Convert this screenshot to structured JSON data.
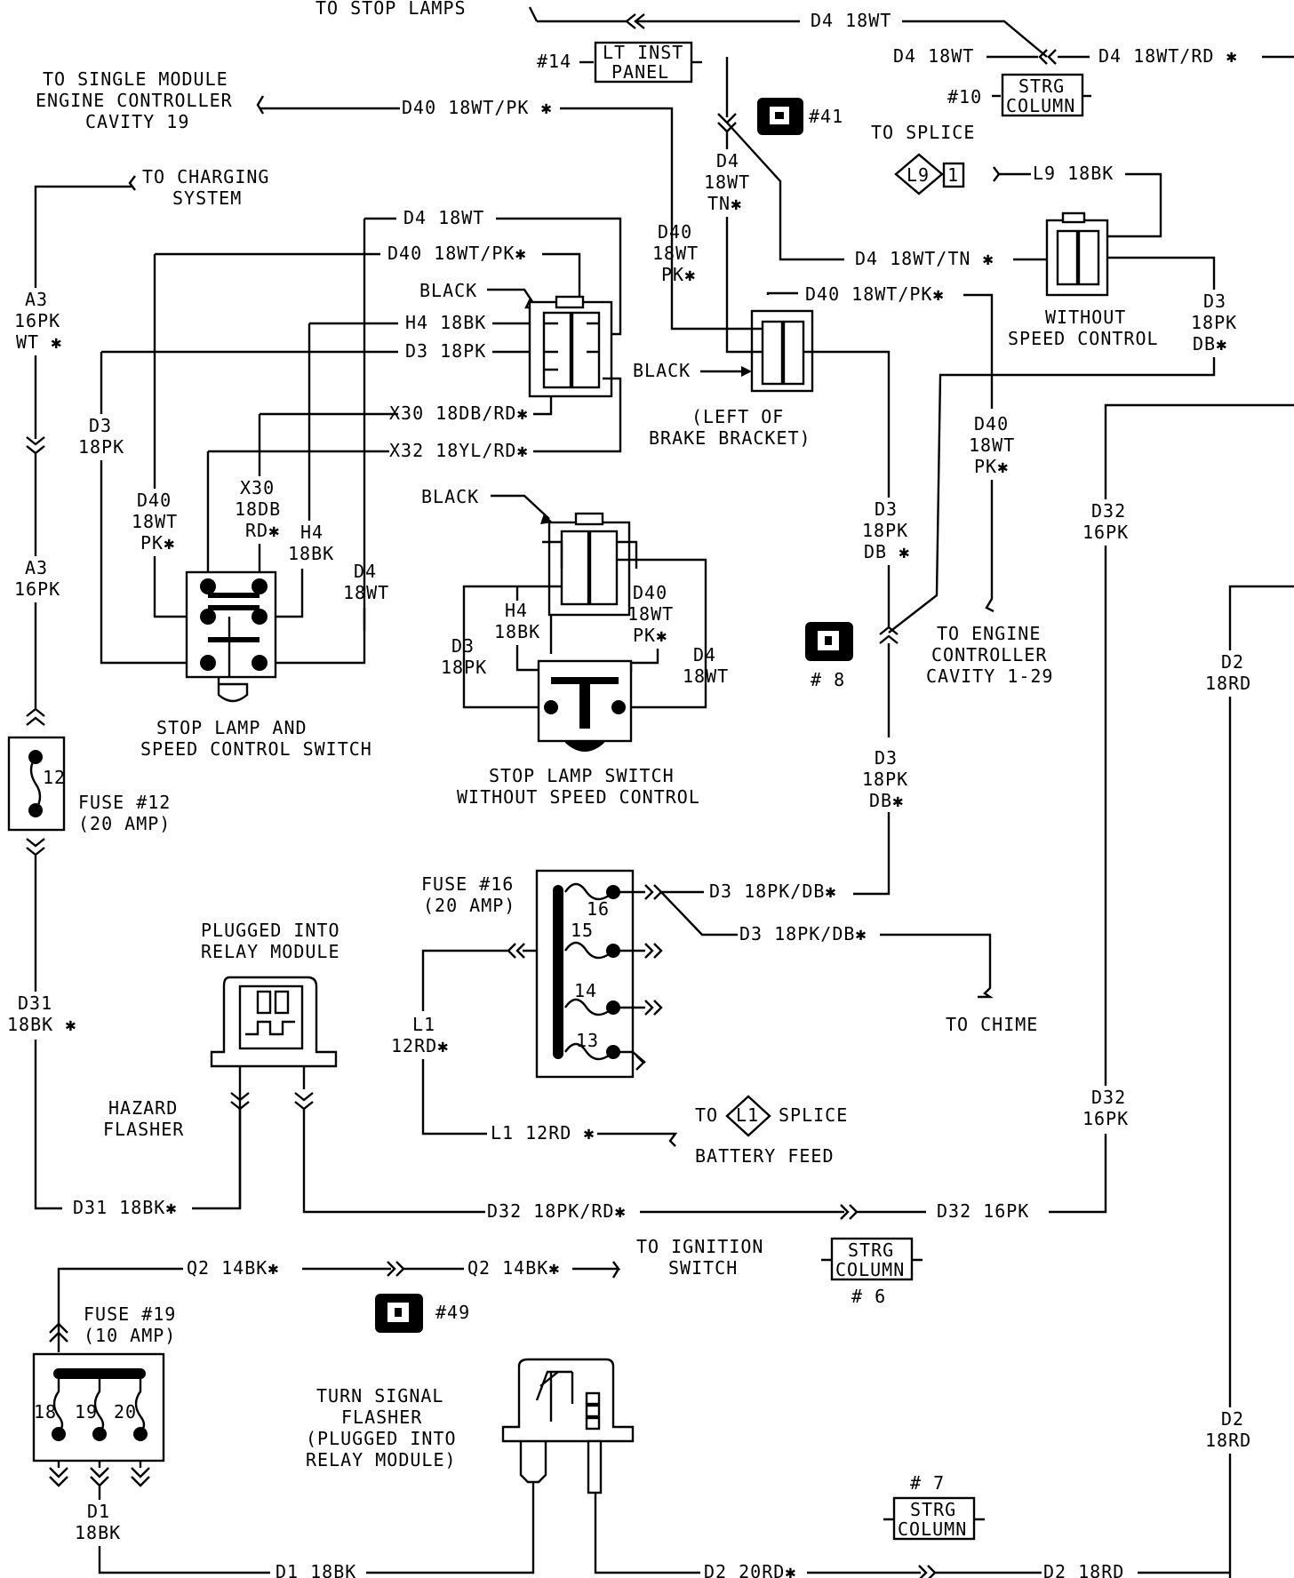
{
  "top": {
    "to_stop_lamps": "TO STOP LAMPS",
    "d4_18wt_a": "D4 18WT",
    "d4_18wt_b": "D4 18WT",
    "d4_18wt_rd": "D4 18WT/RD ✱",
    "lt_inst_panel_1": "LT INST",
    "lt_inst_panel_2": "PANEL",
    "ref_14": "#14",
    "strg_column_1": "STRG",
    "strg_column_2": "COLUMN",
    "ref_10": "#10",
    "ref_41": "#41",
    "to_splice": "TO SPLICE",
    "l9": "L9",
    "l9_pin": "1",
    "l9_18bk": "L9 18BK",
    "single_module_1": "TO SINGLE MODULE",
    "single_module_2": "ENGINE CONTROLLER",
    "single_module_3": "CAVITY 19",
    "d40_18wt_pk": "D40 18WT/PK ✱",
    "to_charging_1": "TO CHARGING",
    "to_charging_2": "SYSTEM"
  },
  "left": {
    "a3_1": "A3",
    "a3_2": "16PK",
    "a3_3": "WT ✱",
    "a3b_1": "A3",
    "a3b_2": "16PK",
    "fuse12_num": "12",
    "fuse12_1": "FUSE #12",
    "fuse12_2": "(20 AMP)",
    "d31_1": "D31",
    "d31_2": "18BK ✱",
    "d31_h": "D31 18BK✱"
  },
  "switch_sc": {
    "d4_18wt": "D4 18WT",
    "d40_pk": "D40 18WT/PK✱",
    "black": "BLACK",
    "h4_18bk": "H4 18BK",
    "d3_18pk": "D3 18PK",
    "x30": "X30 18DB/RD✱",
    "x32": "X32 18YL/RD✱",
    "d3v_1": "D3",
    "d3v_2": "18PK",
    "d40v_1": "D40",
    "d40v_2": "18WT",
    "d40v_3": "PK✱",
    "x30v_1": "X30",
    "x30v_2": "18DB",
    "x30v_3": "RD✱",
    "h4v_1": "H4",
    "h4v_2": "18BK",
    "d4v_1": "D4",
    "d4v_2": "18WT",
    "title_1": "STOP LAMP AND",
    "title_2": "SPEED CONTROL SWITCH"
  },
  "switch_nsc": {
    "black": "BLACK",
    "h4_1": "H4",
    "h4_2": "18BK",
    "d40_1": "D40",
    "d40_2": "18WT",
    "d40_3": "PK✱",
    "d3_1": "D3",
    "d3_2": "18PK",
    "d4_1": "D4",
    "d4_2": "18WT",
    "title_1": "STOP LAMP SWITCH",
    "title_2": "WITHOUT SPEED CONTROL"
  },
  "center": {
    "d4_tn_1": "D4",
    "d4_tn_2": "18WT",
    "d4_tn_3": "TN✱",
    "d40_1": "D40",
    "d40_2": "18WT",
    "d40_3": "PK✱",
    "d40_pk_h": "D40 18WT/PK✱",
    "black": "BLACK",
    "brake_1": "(LEFT OF",
    "brake_2": "BRAKE BRACKET)",
    "d4_tn_h": "D4 18WT/TN ✱",
    "without_1": "WITHOUT",
    "without_2": "SPEED CONTROL",
    "d3db_1": "D3",
    "d3db_2": "18PK",
    "d3db_3": "DB✱",
    "d40r_1": "D40",
    "d40r_2": "18WT",
    "d40r_3": "PK✱",
    "d3c_1": "D3",
    "d3c_2": "18PK",
    "d3c_3": "DB ✱",
    "ref_8": "# 8",
    "eng_1": "TO ENGINE",
    "eng_2": "CONTROLLER",
    "eng_3": "CAVITY 1-29",
    "d3d_1": "D3",
    "d3d_2": "18PK",
    "d3d_3": "DB✱"
  },
  "right": {
    "d32_1": "D32",
    "d32_2": "16PK",
    "d2_1": "D2",
    "d2_2": "18RD",
    "d32b_1": "D32",
    "d32b_2": "16PK",
    "d2b_1": "D2",
    "d2b_2": "18RD"
  },
  "fuse16": {
    "title_1": "FUSE #16",
    "title_2": "(20 AMP)",
    "n16": "16",
    "n15": "15",
    "n14": "14",
    "n13": "13",
    "d3_a": "D3 18PK/DB✱",
    "d3_b": "D3 18PK/DB✱",
    "to_chime": "TO CHIME",
    "l1_1": "L1",
    "l1_2": "12RD✱",
    "l1_h": "L1 12RD ✱",
    "to": "TO",
    "l1_diamond": "L1",
    "splice": "SPLICE",
    "battery": "BATTERY FEED"
  },
  "hazard": {
    "plug_1": "PLUGGED INTO",
    "plug_2": "RELAY MODULE",
    "name_1": "HAZARD",
    "name_2": "FLASHER",
    "d32_pk_rd": "D32 18PK/RD✱",
    "d32_16pk": "D32 16PK",
    "strg_1": "STRG",
    "strg_2": "COLUMN",
    "ref_6": "# 6"
  },
  "bottom": {
    "q2_a": "Q2 14BK✱",
    "q2_b": "Q2 14BK✱",
    "to_ign_1": "TO IGNITION",
    "to_ign_2": "SWITCH",
    "ref_49": "#49",
    "fuse19_1": "FUSE #19",
    "fuse19_2": "(10 AMP)",
    "n18": "18",
    "n19": "19",
    "n20": "20",
    "tsf_1": "TURN SIGNAL",
    "tsf_2": "FLASHER",
    "tsf_3": "(PLUGGED INTO",
    "tsf_4": "RELAY MODULE)",
    "d1_1": "D1",
    "d1_2": "18BK",
    "d1_h": "D1 18BK",
    "d2_20rd": "D2 20RD✱",
    "d2_18rd": "D2 18RD",
    "ref_7": "# 7",
    "strg_1": "STRG",
    "strg_2": "COLUMN"
  }
}
